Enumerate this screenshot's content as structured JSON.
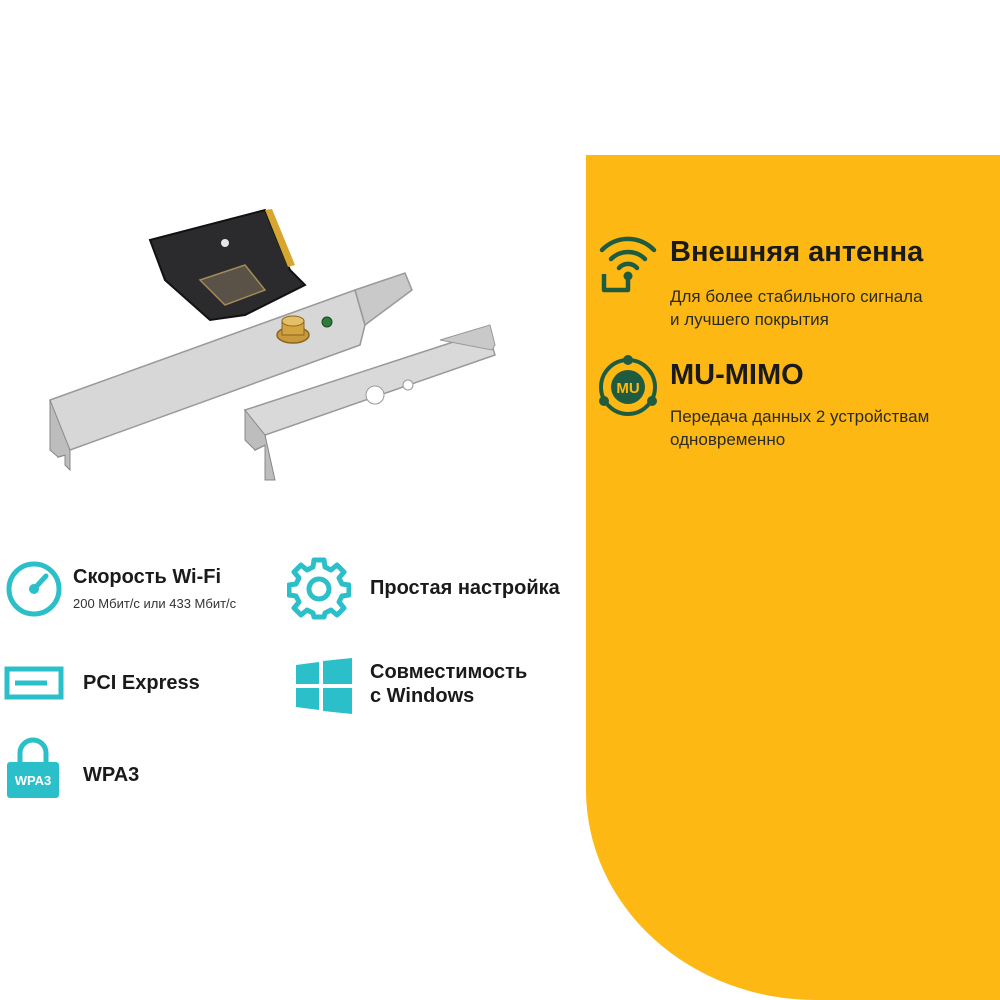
{
  "features_panel": {
    "antenna": {
      "title": "Внешняя антенна",
      "desc_line1": "Для более стабильного сигнала",
      "desc_line2": "и лучшего покрытия",
      "icon": "wifi-antenna-icon"
    },
    "mumimo": {
      "title": "MU-MIMO",
      "desc_line1": "Передача данных 2 устройствам",
      "desc_line2": "одновременно",
      "icon": "mu-mimo-icon",
      "icon_text": "MU"
    }
  },
  "features": {
    "speed": {
      "label": "Скорость Wi-Fi",
      "sub": "200 Мбит/с или 433 Мбит/с",
      "icon": "speedometer-icon"
    },
    "setup": {
      "label": "Простая настройка",
      "icon": "gear-icon"
    },
    "pci": {
      "label": "PCI Express",
      "icon": "pci-slot-icon"
    },
    "windows": {
      "label_line1": "Совместимость",
      "label_line2": "с Windows",
      "icon": "windows-icon"
    },
    "wpa3": {
      "label": "WPA3",
      "icon": "lock-icon",
      "icon_text": "WPA3"
    }
  },
  "colors": {
    "accent_yellow": "#FDB813",
    "icon_teal": "#2BBFC9",
    "icon_dark_green": "#1F5C3F"
  }
}
